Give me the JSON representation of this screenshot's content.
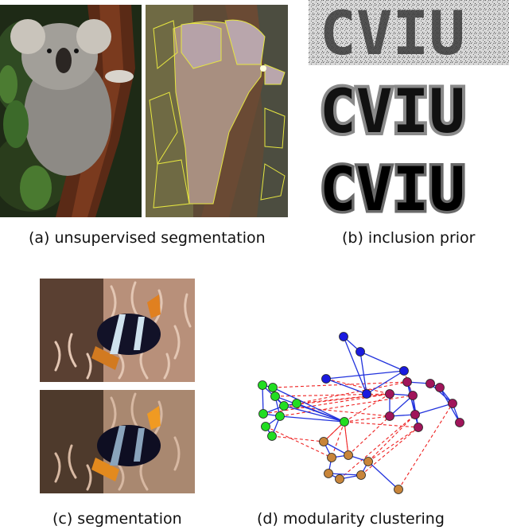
{
  "captions": {
    "a": "(a) unsupervised segmentation",
    "b": "(b) inclusion prior",
    "c": "(c) segmentation",
    "d": "(d) modularity clustering"
  },
  "inclusion_prior": {
    "word": "CVIU",
    "rows": [
      "noisy",
      "gray-outlined",
      "clean"
    ]
  },
  "graph": {
    "colors": {
      "green": "#22dd22",
      "blue": "#1a1adf",
      "magenta": "#a0155a",
      "orange": "#c8853a"
    },
    "edge_colors": {
      "intra": "#2233dd",
      "inter": "#ee2222"
    }
  }
}
